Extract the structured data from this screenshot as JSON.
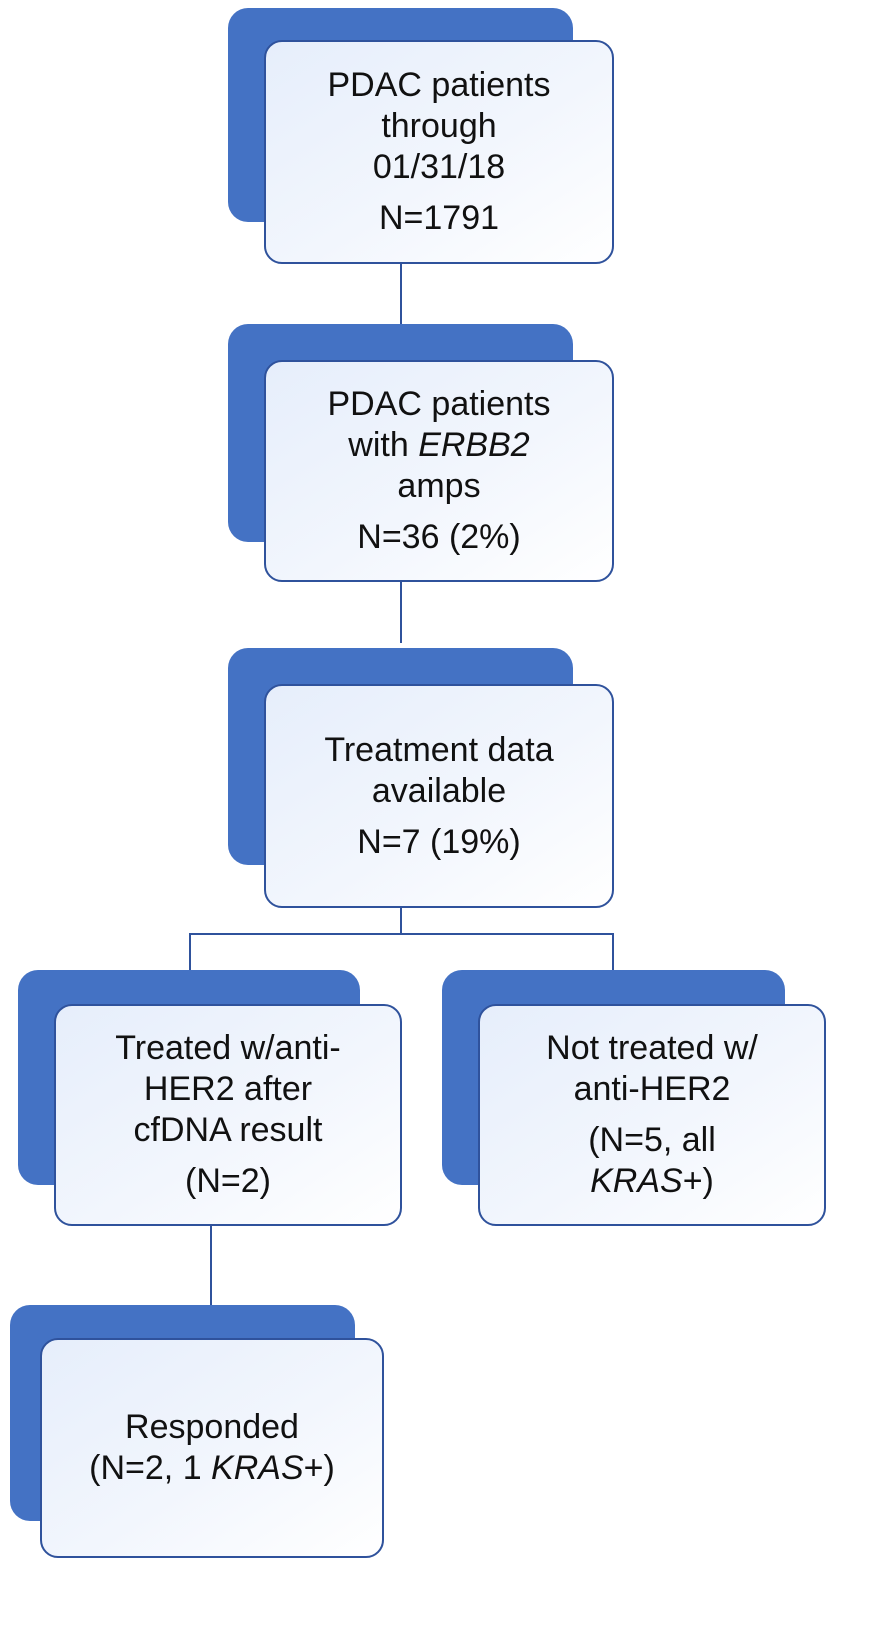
{
  "nodes": {
    "all_patients": {
      "lines": [
        "PDAC patients",
        "through",
        "01/31/18"
      ],
      "count": "N=1791"
    },
    "erbb2": {
      "line1": "PDAC patients",
      "line2_pre": "with ",
      "line2_gene": "ERBB2",
      "line3": "amps",
      "count": "N=36 (2%)"
    },
    "treatment": {
      "lines": [
        "Treatment data",
        "available"
      ],
      "count": "N=7 (19%)"
    },
    "treated": {
      "lines": [
        "Treated w/anti-",
        "HER2 after",
        "cfDNA result"
      ],
      "count": "(N=2)"
    },
    "not_treated": {
      "lines": [
        "Not treated w/",
        "anti-HER2"
      ],
      "count_line1": "(N=5, all",
      "count_gene": "KRAS",
      "count_suffix": "+)"
    },
    "responded": {
      "title": "Responded",
      "count_pre": "(N=2, 1 ",
      "count_gene": "KRAS",
      "count_suffix": "+)"
    }
  },
  "colors": {
    "shadow": "#4472c4",
    "border": "#2f529c",
    "fill": "#eaf0fb"
  }
}
